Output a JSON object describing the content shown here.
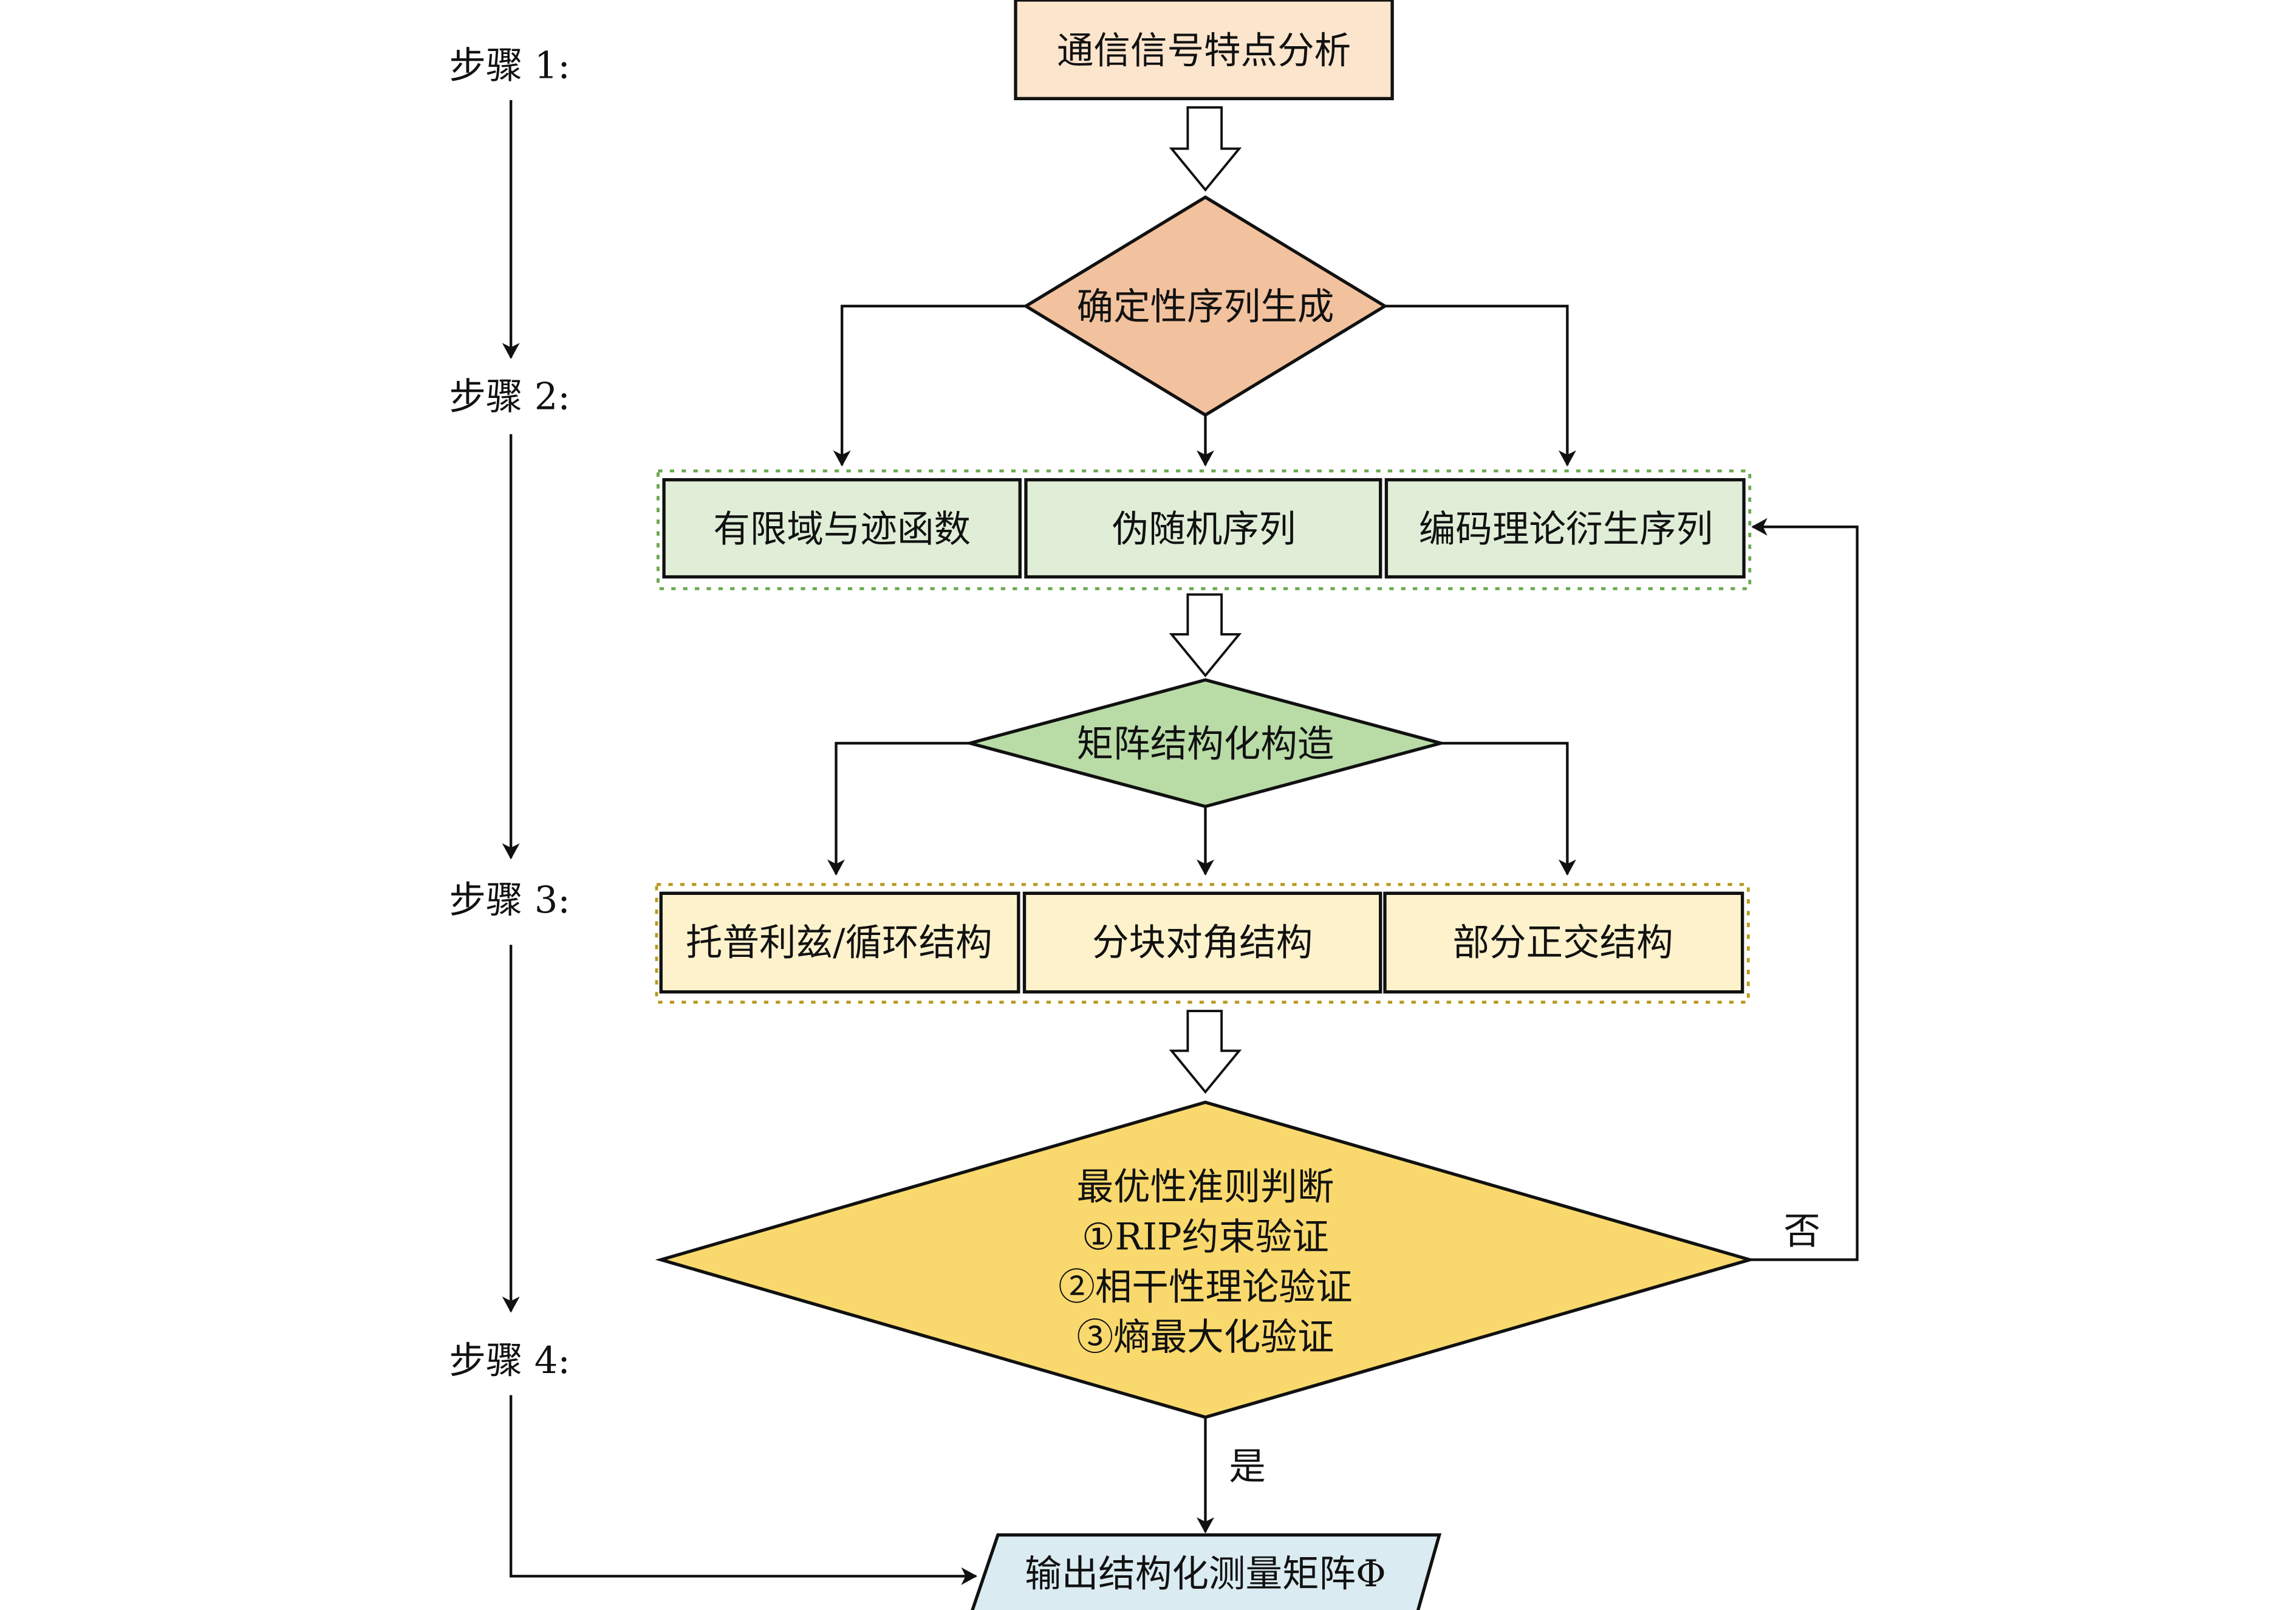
{
  "steps": [
    "步骤 1:",
    "步骤 2:",
    "步骤 3:",
    "步骤 4:"
  ],
  "nodes": {
    "analysis": "通信信号特点分析",
    "seq_gen": "确定性序列生成",
    "seq_options": [
      "有限域与迹函数",
      "伪随机序列",
      "编码理论衍生序列"
    ],
    "matrix_struct": "矩阵结构化构造",
    "struct_options": [
      "托普利兹/循环结构",
      "分块对角结构",
      "部分正交结构"
    ],
    "criteria": [
      "最优性准则判断",
      "①RIP约束验证",
      "②相干性理论验证",
      "③熵最大化验证"
    ],
    "output": "输出结构化测量矩阵Φ"
  },
  "edge_labels": {
    "no": "否",
    "yes": "是"
  },
  "colors": {
    "analysis_fill": "#fce5cd",
    "seq_gen_fill": "#f2c29e",
    "seq_options_fill": "#e0eed8",
    "seq_group_border": "#6aa84f",
    "matrix_struct_fill": "#b9dca6",
    "struct_options_fill": "#fdf2cc",
    "struct_group_border": "#b89a1e",
    "criteria_fill": "#f9d96d",
    "output_fill": "#daebf1"
  }
}
